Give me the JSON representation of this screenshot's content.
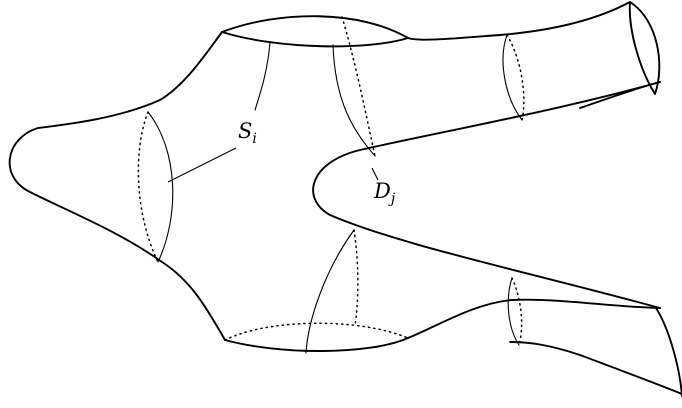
{
  "labels": {
    "s_letter": "S",
    "s_index": "i",
    "d_letter": "D",
    "d_index": "j"
  }
}
